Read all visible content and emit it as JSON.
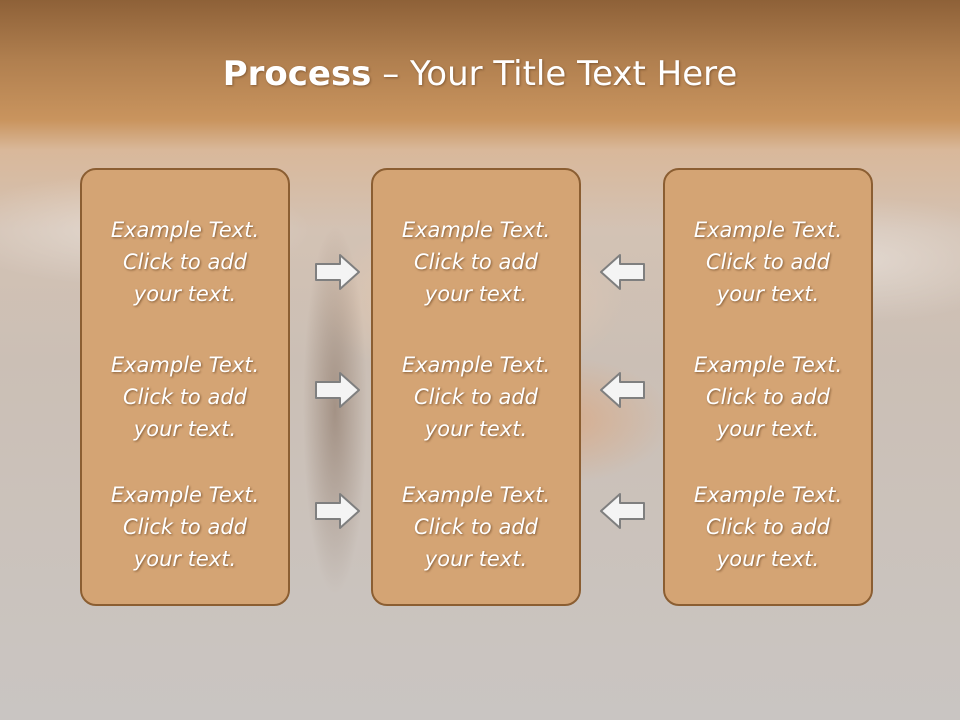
{
  "title": {
    "bold": "Process",
    "rest": " – Your Title Text Here"
  },
  "columns": [
    {
      "items": [
        [
          "Example Text.",
          "Click  to add",
          "your text."
        ],
        [
          "Example Text.",
          "Click  to add",
          "your text."
        ],
        [
          "Example Text.",
          "Click  to add",
          "your text."
        ]
      ]
    },
    {
      "items": [
        [
          "Example Text.",
          "Click  to add",
          "your text."
        ],
        [
          "Example Text.",
          "Click  to add",
          "your text."
        ],
        [
          "Example Text.",
          "Click  to add",
          "your text."
        ]
      ]
    },
    {
      "items": [
        [
          "Example Text.",
          "Click  to add",
          "your text."
        ],
        [
          "Example Text.",
          "Click  to add",
          "your text."
        ],
        [
          "Example Text.",
          "Click  to add",
          "your text."
        ]
      ]
    }
  ],
  "arrows": {
    "left_group": "right-arrow-icon",
    "right_group": "left-arrow-icon"
  },
  "colors": {
    "box_fill": "#d4a474",
    "box_border": "#8b5e32",
    "title_band": "#a97745"
  }
}
